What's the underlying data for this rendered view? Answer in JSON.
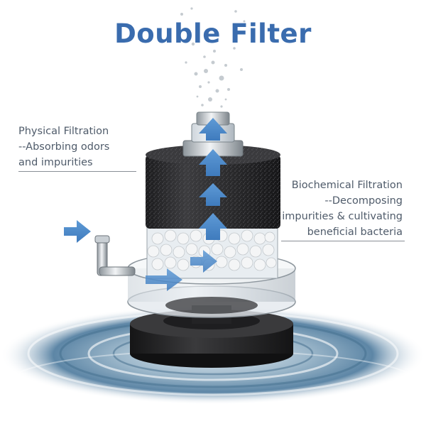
{
  "title": "Double Filter",
  "left_caption": {
    "heading": "Physical Filtration",
    "line2": "--Absorbing odors",
    "line3": "and impurities"
  },
  "right_caption": {
    "heading": "Biochemical Filtration",
    "line2": "--Decomposing",
    "line3": "impurities & cultivating",
    "line4": "beneficial bacteria"
  },
  "colors": {
    "title": "#3a6cae",
    "text": "#4f5b6a",
    "arrow": "#4a86c6",
    "sponge": "#2e2e30",
    "base": "#1f1f21",
    "water": "#4b7796"
  },
  "icons": [
    "flow-arrow-icon",
    "bubbles-icon"
  ]
}
